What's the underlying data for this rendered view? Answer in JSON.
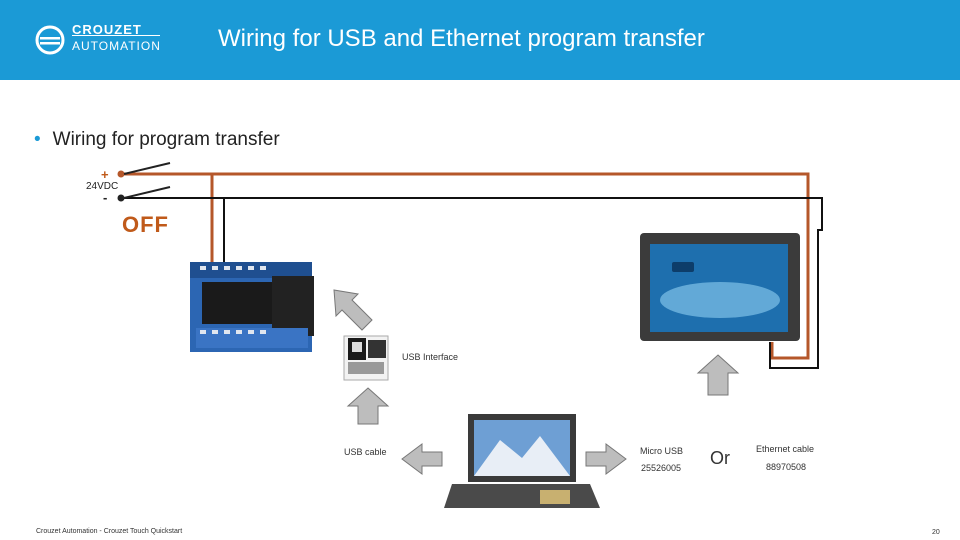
{
  "header": {
    "logo_line1": "CROUZET",
    "logo_line2": "AUTOMATION",
    "title": "Wiring for USB and Ethernet program transfer"
  },
  "bullet": {
    "text": "Wiring for program transfer"
  },
  "power": {
    "plus": "+",
    "voltage": "24VDC",
    "minus": "-",
    "state": "OFF"
  },
  "labels": {
    "usb_interface": "USB Interface",
    "usb_cable": "USB cable",
    "micro_usb": "Micro USB",
    "micro_usb_ref": "25526005",
    "or": "Or",
    "ethernet_cable": "Ethernet cable",
    "ethernet_ref": "88970508"
  },
  "footer": {
    "left": "Crouzet Automation - Crouzet Touch Quickstart",
    "page": "20"
  },
  "colors": {
    "header_bg": "#1b9ad6",
    "wire_brown": "#b5572a",
    "wire_black": "#111111",
    "off_text": "#c05a1a"
  }
}
